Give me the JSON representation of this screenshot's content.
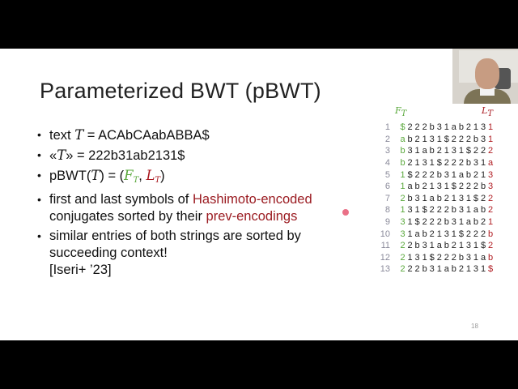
{
  "slide": {
    "title": "Parameterized BWT (pBWT)",
    "page_number": "18",
    "bullets": [
      {
        "prefix": "text ",
        "math_var": "T",
        "suffix": " = ACAbCAabABBA$"
      },
      {
        "prefix": "«",
        "math_var": "T",
        "suffix": "» = 222b31ab2131$"
      },
      {
        "prefix": "pBWT(",
        "math_var": "T",
        "mid": ") = (",
        "F": "F",
        "L": "L",
        "sub": "T",
        "close": ")"
      },
      {
        "text_a": "first and last symbols of ",
        "highlight_a": "Hashimoto-encoded",
        "text_b": "conjugates sorted by their ",
        "highlight_b": "prev-encodings"
      },
      {
        "text": "similar entries of both strings are sorted by succeeding context!",
        "citation": "[Iseri+ ’23]"
      }
    ],
    "table": {
      "header_first": "F",
      "header_last": "L",
      "header_sub": "T",
      "rows": [
        {
          "n": "1",
          "s": [
            "$",
            "2",
            "2",
            "2",
            "b",
            "3",
            "1",
            "a",
            "b",
            "2",
            "1",
            "3",
            "1"
          ]
        },
        {
          "n": "2",
          "s": [
            "a",
            "b",
            "2",
            "1",
            "3",
            "1",
            "$",
            "2",
            "2",
            "2",
            "b",
            "3",
            "1"
          ]
        },
        {
          "n": "3",
          "s": [
            "b",
            "3",
            "1",
            "a",
            "b",
            "2",
            "1",
            "3",
            "1",
            "$",
            "2",
            "2",
            "2"
          ]
        },
        {
          "n": "4",
          "s": [
            "b",
            "2",
            "1",
            "3",
            "1",
            "$",
            "2",
            "2",
            "2",
            "b",
            "3",
            "1",
            "a"
          ]
        },
        {
          "n": "5",
          "s": [
            "1",
            "$",
            "2",
            "2",
            "2",
            "b",
            "3",
            "1",
            "a",
            "b",
            "2",
            "1",
            "3"
          ]
        },
        {
          "n": "6",
          "s": [
            "1",
            "a",
            "b",
            "2",
            "1",
            "3",
            "1",
            "$",
            "2",
            "2",
            "2",
            "b",
            "3"
          ]
        },
        {
          "n": "7",
          "s": [
            "2",
            "b",
            "3",
            "1",
            "a",
            "b",
            "2",
            "1",
            "3",
            "1",
            "$",
            "2",
            "2"
          ]
        },
        {
          "n": "8",
          "s": [
            "1",
            "3",
            "1",
            "$",
            "2",
            "2",
            "2",
            "b",
            "3",
            "1",
            "a",
            "b",
            "2"
          ]
        },
        {
          "n": "9",
          "s": [
            "3",
            "1",
            "$",
            "2",
            "2",
            "2",
            "b",
            "3",
            "1",
            "a",
            "b",
            "2",
            "1"
          ]
        },
        {
          "n": "10",
          "s": [
            "3",
            "1",
            "a",
            "b",
            "2",
            "1",
            "3",
            "1",
            "$",
            "2",
            "2",
            "2",
            "b"
          ]
        },
        {
          "n": "11",
          "s": [
            "2",
            "2",
            "b",
            "3",
            "1",
            "a",
            "b",
            "2",
            "1",
            "3",
            "1",
            "$",
            "2"
          ]
        },
        {
          "n": "12",
          "s": [
            "2",
            "1",
            "3",
            "1",
            "$",
            "2",
            "2",
            "2",
            "b",
            "3",
            "1",
            "a",
            "b"
          ]
        },
        {
          "n": "13",
          "s": [
            "2",
            "2",
            "2",
            "b",
            "3",
            "1",
            "a",
            "b",
            "2",
            "1",
            "3",
            "1",
            "$"
          ]
        }
      ]
    },
    "colors": {
      "first_column": "#5aa83c",
      "last_column": "#b01c22",
      "highlight": "#9b1c22",
      "laser_pointer": "#e8607a"
    }
  }
}
